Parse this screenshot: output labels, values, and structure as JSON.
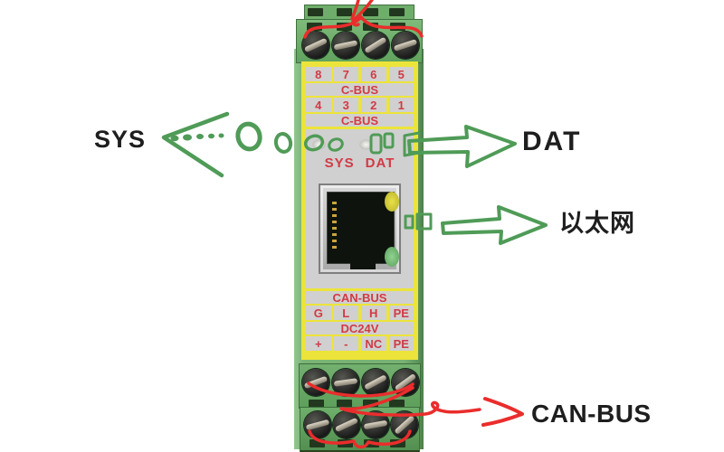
{
  "annotations": {
    "sys": "SYS",
    "dat": "DAT",
    "ethernet": "以太网",
    "can_bus": "CAN-BUS"
  },
  "module": {
    "top_grid": {
      "pins_row1": [
        "8",
        "7",
        "6",
        "5"
      ],
      "bus1": "C-BUS",
      "pins_row2": [
        "4",
        "3",
        "2",
        "1"
      ],
      "bus2": "C-BUS"
    },
    "led": {
      "sys": "SYS",
      "dat": "DAT"
    },
    "bottom_grid": {
      "bus": "CAN-BUS",
      "signal_row": [
        "G",
        "L",
        "H",
        "PE"
      ],
      "power": "DC24V",
      "power_row": [
        "+",
        "-",
        "NC",
        "PE"
      ]
    }
  },
  "colors": {
    "module_green": "#77b273",
    "terminal_green": "#64a360",
    "label_yellow": "#ece43a",
    "panel_gray": "#d0d0d0",
    "label_red": "#d23a44",
    "doodle_green": "#4f9b57",
    "doodle_red": "#ea2d2c",
    "rj45_led_yellow": "#d8d23d",
    "rj45_led_green": "#76c178"
  }
}
